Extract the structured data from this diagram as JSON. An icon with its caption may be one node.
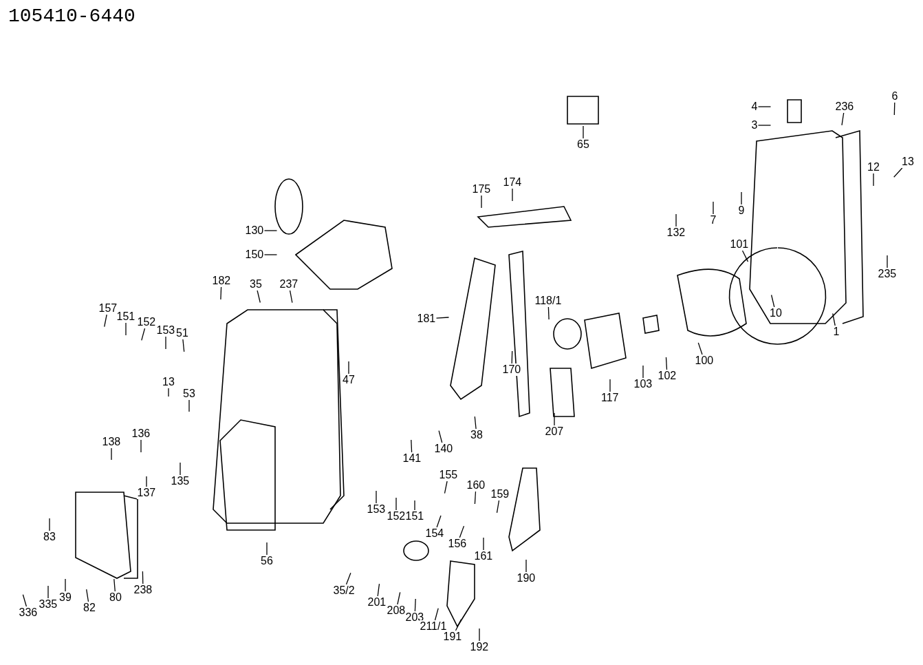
{
  "diagram": {
    "title": "105410-6440",
    "nodes": [
      {
        "text": [
          "4"
        ]
      },
      {
        "text": [
          "3"
        ]
      },
      {
        "text": [
          "236"
        ]
      },
      {
        "text": [
          "6"
        ]
      },
      {
        "text": [
          "65"
        ]
      },
      {
        "text": [
          "175"
        ]
      },
      {
        "text": [
          "174"
        ]
      },
      {
        "text": [
          "132"
        ]
      },
      {
        "text": [
          "7"
        ]
      },
      {
        "text": [
          "9"
        ]
      },
      {
        "text": [
          "13"
        ]
      },
      {
        "text": [
          "12"
        ]
      },
      {
        "text": [
          "235"
        ]
      },
      {
        "text": [
          "101"
        ]
      },
      {
        "text": [
          "10"
        ]
      },
      {
        "text": [
          "1"
        ]
      },
      {
        "text": [
          "100"
        ]
      },
      {
        "text": [
          "102"
        ]
      },
      {
        "text": [
          "103"
        ]
      },
      {
        "text": [
          "117"
        ]
      },
      {
        "text": [
          "118/1"
        ]
      },
      {
        "text": [
          "181"
        ]
      },
      {
        "text": [
          "170"
        ]
      },
      {
        "text": [
          "207"
        ]
      },
      {
        "text": [
          "38"
        ]
      },
      {
        "text": [
          "140"
        ]
      },
      {
        "text": [
          "141"
        ]
      },
      {
        "text": [
          "130"
        ]
      },
      {
        "text": [
          "150"
        ]
      },
      {
        "text": [
          "182"
        ]
      },
      {
        "text": [
          "35"
        ]
      },
      {
        "text": [
          "237"
        ]
      },
      {
        "text": [
          "157"
        ]
      },
      {
        "text": [
          "151"
        ]
      },
      {
        "text": [
          "152"
        ]
      },
      {
        "text": [
          "153"
        ]
      },
      {
        "text": [
          "51"
        ]
      },
      {
        "text": [
          "47"
        ]
      },
      {
        "text": [
          "13"
        ]
      },
      {
        "text": [
          "53"
        ]
      },
      {
        "text": [
          "138"
        ]
      },
      {
        "text": [
          "136"
        ]
      },
      {
        "text": [
          "137"
        ]
      },
      {
        "text": [
          "135"
        ]
      },
      {
        "text": [
          "83"
        ]
      },
      {
        "text": [
          "56"
        ]
      },
      {
        "text": [
          "238"
        ]
      },
      {
        "text": [
          "80"
        ]
      },
      {
        "text": [
          "82"
        ]
      },
      {
        "text": [
          "39"
        ]
      },
      {
        "text": [
          "335"
        ]
      },
      {
        "text": [
          "336"
        ]
      },
      {
        "text": [
          "153"
        ]
      },
      {
        "text": [
          "152"
        ]
      },
      {
        "text": [
          "151"
        ]
      },
      {
        "text": [
          "155"
        ]
      },
      {
        "text": [
          "160"
        ]
      },
      {
        "text": [
          "159"
        ]
      },
      {
        "text": [
          "154"
        ]
      },
      {
        "text": [
          "156"
        ]
      },
      {
        "text": [
          "161"
        ]
      },
      {
        "text": [
          "190"
        ]
      },
      {
        "text": [
          "35/2"
        ]
      },
      {
        "text": [
          "201"
        ]
      },
      {
        "text": [
          "208"
        ]
      },
      {
        "text": [
          "203"
        ]
      },
      {
        "text": [
          "211/1"
        ]
      },
      {
        "text": [
          "191"
        ]
      },
      {
        "text": [
          "192"
        ]
      }
    ],
    "edges": [
      {
        "from": 0,
        "to": null,
        "arrow": "none"
      },
      {
        "from": 1,
        "to": null,
        "arrow": "none"
      },
      {
        "from": 2,
        "to": null,
        "arrow": "none"
      },
      {
        "from": 3,
        "to": null,
        "arrow": "none"
      },
      {
        "from": 4,
        "to": null,
        "arrow": "none"
      },
      {
        "from": 5,
        "to": null,
        "arrow": "none"
      },
      {
        "from": 6,
        "to": null,
        "arrow": "none"
      },
      {
        "from": 7,
        "to": null,
        "arrow": "none"
      },
      {
        "from": 8,
        "to": null,
        "arrow": "none"
      },
      {
        "from": 9,
        "to": null,
        "arrow": "none"
      },
      {
        "from": 10,
        "to": null,
        "arrow": "none"
      },
      {
        "from": 11,
        "to": null,
        "arrow": "none"
      },
      {
        "from": 12,
        "to": null,
        "arrow": "none"
      },
      {
        "from": 13,
        "to": null,
        "arrow": "none"
      },
      {
        "from": 14,
        "to": null,
        "arrow": "none"
      },
      {
        "from": 15,
        "to": null,
        "arrow": "none"
      },
      {
        "from": 16,
        "to": null,
        "arrow": "none"
      },
      {
        "from": 17,
        "to": null,
        "arrow": "none"
      },
      {
        "from": 18,
        "to": null,
        "arrow": "none"
      },
      {
        "from": 19,
        "to": null,
        "arrow": "none"
      },
      {
        "from": 20,
        "to": null,
        "arrow": "none"
      },
      {
        "from": 21,
        "to": null,
        "arrow": "none"
      },
      {
        "from": 22,
        "to": null,
        "arrow": "none"
      },
      {
        "from": 23,
        "to": null,
        "arrow": "none"
      },
      {
        "from": 24,
        "to": null,
        "arrow": "none"
      },
      {
        "from": 25,
        "to": null,
        "arrow": "none"
      },
      {
        "from": 26,
        "to": null,
        "arrow": "none"
      },
      {
        "from": 27,
        "to": null,
        "arrow": "none"
      },
      {
        "from": 28,
        "to": null,
        "arrow": "none"
      },
      {
        "from": 29,
        "to": null,
        "arrow": "none"
      },
      {
        "from": 30,
        "to": null,
        "arrow": "none"
      },
      {
        "from": 31,
        "to": null,
        "arrow": "none"
      },
      {
        "from": 32,
        "to": null,
        "arrow": "none"
      },
      {
        "from": 33,
        "to": null,
        "arrow": "none"
      },
      {
        "from": 34,
        "to": null,
        "arrow": "none"
      },
      {
        "from": 35,
        "to": null,
        "arrow": "none"
      },
      {
        "from": 36,
        "to": null,
        "arrow": "none"
      },
      {
        "from": 37,
        "to": null,
        "arrow": "none"
      },
      {
        "from": 38,
        "to": null,
        "arrow": "none"
      },
      {
        "from": 39,
        "to": null,
        "arrow": "none"
      },
      {
        "from": 40,
        "to": null,
        "arrow": "none"
      },
      {
        "from": 41,
        "to": null,
        "arrow": "none"
      },
      {
        "from": 42,
        "to": null,
        "arrow": "none"
      },
      {
        "from": 43,
        "to": null,
        "arrow": "none"
      },
      {
        "from": 44,
        "to": null,
        "arrow": "none"
      },
      {
        "from": 45,
        "to": null,
        "arrow": "none"
      },
      {
        "from": 46,
        "to": null,
        "arrow": "none"
      },
      {
        "from": 47,
        "to": null,
        "arrow": "none"
      },
      {
        "from": 48,
        "to": null,
        "arrow": "none"
      },
      {
        "from": 49,
        "to": null,
        "arrow": "none"
      },
      {
        "from": 50,
        "to": null,
        "arrow": "none"
      },
      {
        "from": 51,
        "to": null,
        "arrow": "none"
      },
      {
        "from": 52,
        "to": null,
        "arrow": "none"
      },
      {
        "from": 53,
        "to": null,
        "arrow": "none"
      },
      {
        "from": 54,
        "to": null,
        "arrow": "none"
      },
      {
        "from": 55,
        "to": null,
        "arrow": "none"
      },
      {
        "from": 56,
        "to": null,
        "arrow": "none"
      },
      {
        "from": 57,
        "to": null,
        "arrow": "none"
      },
      {
        "from": 58,
        "to": null,
        "arrow": "none"
      },
      {
        "from": 59,
        "to": null,
        "arrow": "none"
      },
      {
        "from": 60,
        "to": null,
        "arrow": "none"
      },
      {
        "from": 61,
        "to": null,
        "arrow": "none"
      },
      {
        "from": 62,
        "to": null,
        "arrow": "none"
      },
      {
        "from": 63,
        "to": null,
        "arrow": "none"
      },
      {
        "from": 64,
        "to": null,
        "arrow": "none"
      },
      {
        "from": 65,
        "to": null,
        "arrow": "none"
      },
      {
        "from": 66,
        "to": null,
        "arrow": "none"
      },
      {
        "from": 67,
        "to": null,
        "arrow": "none"
      },
      {
        "from": 68,
        "to": null,
        "arrow": "none"
      }
    ]
  }
}
